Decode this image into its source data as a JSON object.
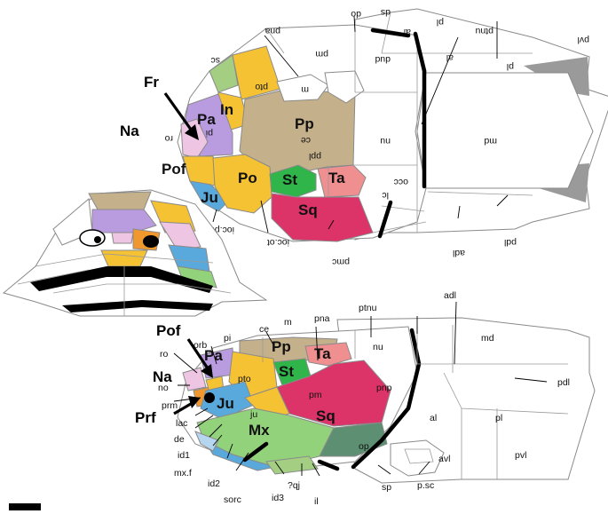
{
  "colors": {
    "Fr": "#b99be0",
    "Pa": "#b99be0",
    "In": "#f5c234",
    "Pp": "#c4b08a",
    "St": "#2fb54a",
    "Ta": "#f08f90",
    "Sq": "#dc3369",
    "Po": "#f5c234",
    "Pof": "#f5c234",
    "Ju": "#5aa9dc",
    "Na": "#eec5e3",
    "Mx": "#92d27b",
    "Prf": "#f0982e",
    "op": "#5d8f72",
    "sc": "#a4cf82",
    "pto": "#f5c234"
  },
  "dorsal": {
    "bones": {
      "Fr": "Fr",
      "Pa": "Pa",
      "In": "In",
      "Pp": "Pp",
      "St": "St",
      "Ta": "Ta",
      "Sq": "Sq",
      "Po": "Po",
      "Pof": "Pof",
      "Ju": "Ju",
      "Na": "Na"
    },
    "rotated_labels": {
      "do": "do",
      "ds": "ds",
      "al": "al",
      "pl_top": "pl",
      "pvl": "pvl",
      "pna": "pna",
      "pm": "pm",
      "dud": "dud",
      "al_mid": "al",
      "pl_mid": "pl",
      "ptnu": "ptnu",
      "sc": "sc",
      "pto": "pto",
      "m": "m",
      "pi": "pi",
      "ro": "ro",
      "ce": "ce",
      "ppl": "ppl",
      "nu": "nu",
      "md": "md",
      "occ": "occ",
      "lc": "lc",
      "ioc_pt": "ioc.pt",
      "ioc_ot": "ioc.ot",
      "pmc": "pmc",
      "adl": "adl",
      "pdl": "pdl"
    }
  },
  "lateral": {
    "bones": {
      "Pof": "Pof",
      "Pa": "Pa",
      "Pp": "Pp",
      "Ta": "Ta",
      "Na": "Na",
      "St": "St",
      "Ju": "Ju",
      "Mx": "Mx",
      "Sq": "Sq",
      "Prf": "Prf"
    },
    "labels": {
      "orb": "orb",
      "pi": "pi",
      "ce": "ce",
      "m": "m",
      "pna": "pna",
      "ptnu": "ptnu",
      "adl": "adl",
      "nu": "nu",
      "md": "md",
      "ro": "ro",
      "no": "no",
      "pto": "pto",
      "pm": "pm",
      "pnp": "pnp",
      "pdl": "pdl",
      "prm": "prm",
      "lac": "lac",
      "ju": "ju",
      "al": "al",
      "pl": "pl",
      "de": "de",
      "op": "op",
      "id1": "id1",
      "mx_f": "mx.f",
      "id2": "id2",
      "sorc": "sorc",
      "id3": "id3",
      "qj": "?qj",
      "il": "il",
      "sp": "sp",
      "p_sc": "p.sc",
      "avl": "avl",
      "pvl": "pvl"
    }
  }
}
